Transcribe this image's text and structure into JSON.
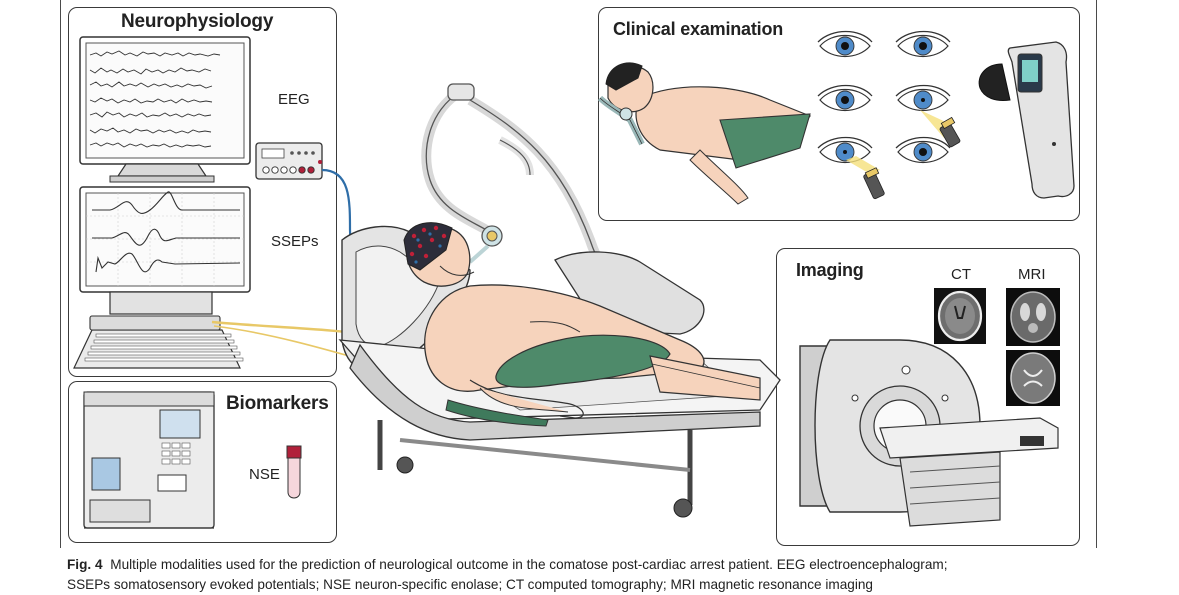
{
  "panels": {
    "neurophysiology": {
      "title": "Neurophysiology",
      "eeg_label": "EEG",
      "sseps_label": "SSEPs"
    },
    "biomarkers": {
      "title": "Biomarkers",
      "nse_label": "NSE"
    },
    "clinical_examination": {
      "title": "Clinical examination"
    },
    "imaging": {
      "title": "Imaging",
      "ct_label": "CT",
      "mri_label": "MRI"
    }
  },
  "caption": {
    "fig_label": "Fig. 4",
    "line1": "Multiple modalities used for the prediction of neurological outcome in the comatose post-cardiac arrest patient. EEG electroencephalogram;",
    "line2": "SSEPs somatosensory evoked potentials; NSE neuron-specific enolase; CT computed tomography; MRI magnetic resonance imaging"
  },
  "colors": {
    "skin": "#f6d3bc",
    "sheet": "#4e8a6a",
    "cable_blue": "#2f6ea8",
    "cable_yellow": "#e8c867",
    "iris": "#4f8bc9",
    "light_beam": "#f5e07a"
  }
}
